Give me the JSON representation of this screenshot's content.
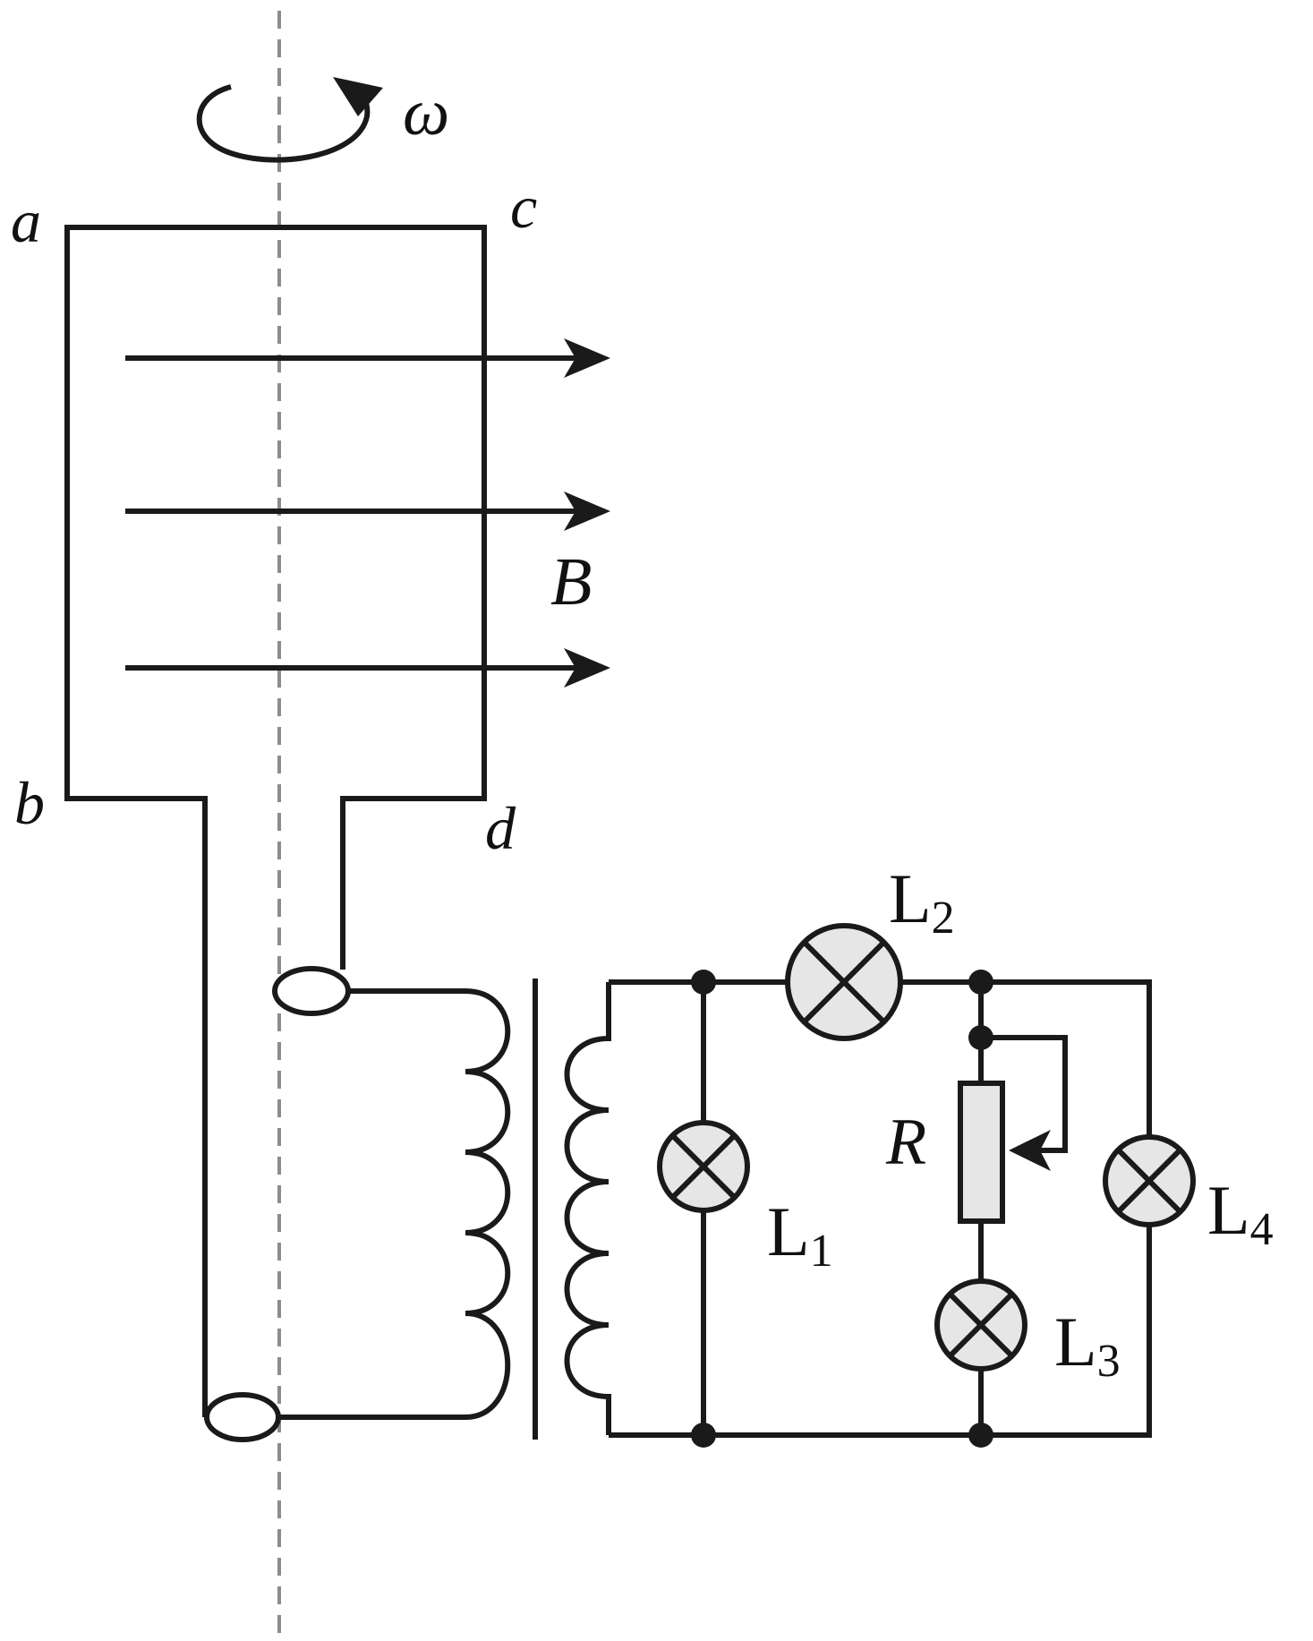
{
  "colors": {
    "wire": "#1a1a1a",
    "axis": "#8c8c8c",
    "lamp_fill": "#e6e6e6",
    "resistor_fill": "#e6e6e6",
    "background": "#ffffff"
  },
  "labels": {
    "omega": "ω",
    "corner_a": "a",
    "corner_b": "b",
    "corner_c": "c",
    "corner_d": "d",
    "field": "B",
    "resistor": "R",
    "lamp1": {
      "main": "L",
      "sub": "1"
    },
    "lamp2": {
      "main": "L",
      "sub": "2"
    },
    "lamp3": {
      "main": "L",
      "sub": "3"
    },
    "lamp4": {
      "main": "L",
      "sub": "4"
    }
  }
}
